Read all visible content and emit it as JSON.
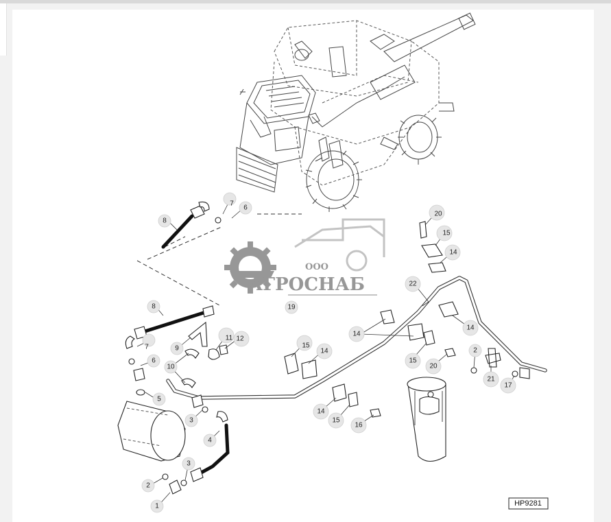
{
  "watermark": {
    "org_type": "ООО",
    "brand": "АГРОСНАБ",
    "color": "#8c8c8c"
  },
  "drawing_code": "HP9281",
  "callouts": [
    "1",
    "2",
    "3",
    "4",
    "5",
    "6",
    "7",
    "8",
    "9",
    "10",
    "11",
    "12",
    "14",
    "15",
    "16",
    "17",
    "19",
    "20",
    "21",
    "22"
  ],
  "colors": {
    "callout_fill": "#e6e6e6",
    "line": "#222222",
    "background": "#ffffff"
  }
}
